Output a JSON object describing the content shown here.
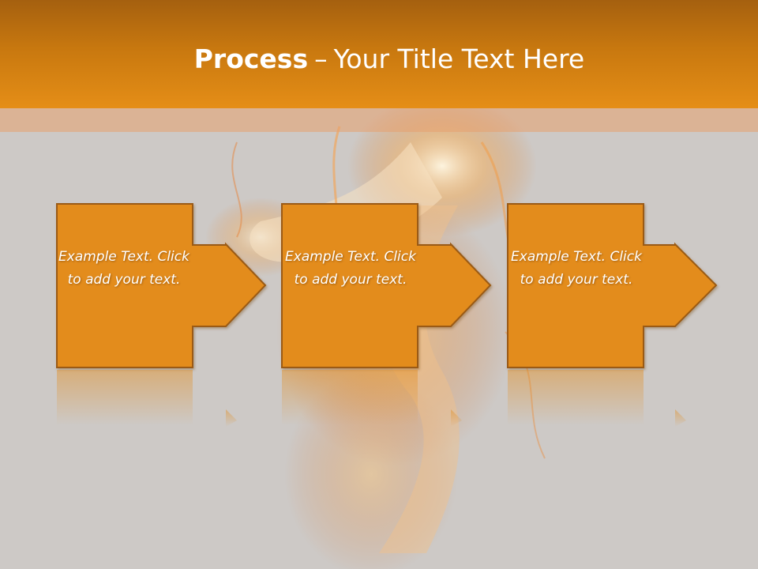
{
  "slide": {
    "title_bold": "Process",
    "title_separator": "–",
    "title_rest": "Your Title Text Here"
  },
  "steps": [
    {
      "text": "Example Text. Click  to add your text."
    },
    {
      "text": "Example Text. Click  to add your text."
    },
    {
      "text": "Example Text. Click  to add your text."
    }
  ],
  "colors": {
    "accent": "#e58e17",
    "box_fill": "#e38c1c",
    "box_border": "#9a5a12",
    "background": "#cdc9c6"
  },
  "icons": [
    "flame-background-image",
    "arrow-right-icon"
  ]
}
